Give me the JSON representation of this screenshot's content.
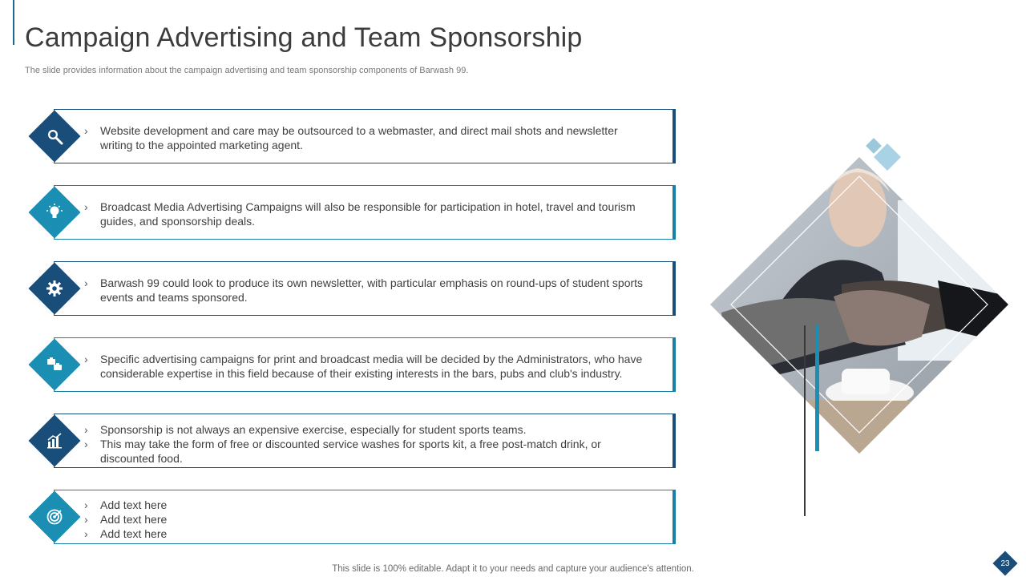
{
  "slide": {
    "title": "Campaign Advertising and Team Sponsorship",
    "subtitle": "The slide provides information about the campaign advertising and team sponsorship components of Barwash 99.",
    "footer": "This slide is 100% editable. Adapt it to your needs and capture your audience's attention.",
    "page_number": "23",
    "colors": {
      "navy": "#1a4e7a",
      "teal": "#1a8fb3",
      "text": "#3f3f3f"
    }
  },
  "cards": [
    {
      "icon": "magnifier-icon",
      "color": "navy",
      "items": [
        "Website development and care may be outsourced to a webmaster, and direct mail shots and newsletter writing to the appointed marketing agent."
      ]
    },
    {
      "icon": "lightbulb-icon",
      "color": "teal",
      "items": [
        "Broadcast Media Advertising Campaigns will also be responsible for participation in hotel, travel and tourism guides, and sponsorship deals."
      ]
    },
    {
      "icon": "gear-icon",
      "color": "navy",
      "items": [
        "Barwash 99 could look to produce its own newsletter, with particular emphasis on round-ups of student sports events and teams sponsored."
      ]
    },
    {
      "icon": "briefcase-icon",
      "color": "teal",
      "items": [
        "Specific advertising campaigns for print and broadcast media will be decided by the Administrators, who have considerable expertise in this field because of their existing interests in the bars, pubs and club's industry."
      ]
    },
    {
      "icon": "bar-chart-icon",
      "color": "navy",
      "items": [
        "Sponsorship is not always an expensive exercise, especially for student sports teams.",
        "This may take the form of free or discounted service washes for sports kit, a free post-match drink, or discounted food."
      ]
    },
    {
      "icon": "target-icon",
      "color": "teal",
      "items": [
        "Add text here",
        "Add text here",
        "Add text here"
      ]
    }
  ],
  "chevron": "›"
}
